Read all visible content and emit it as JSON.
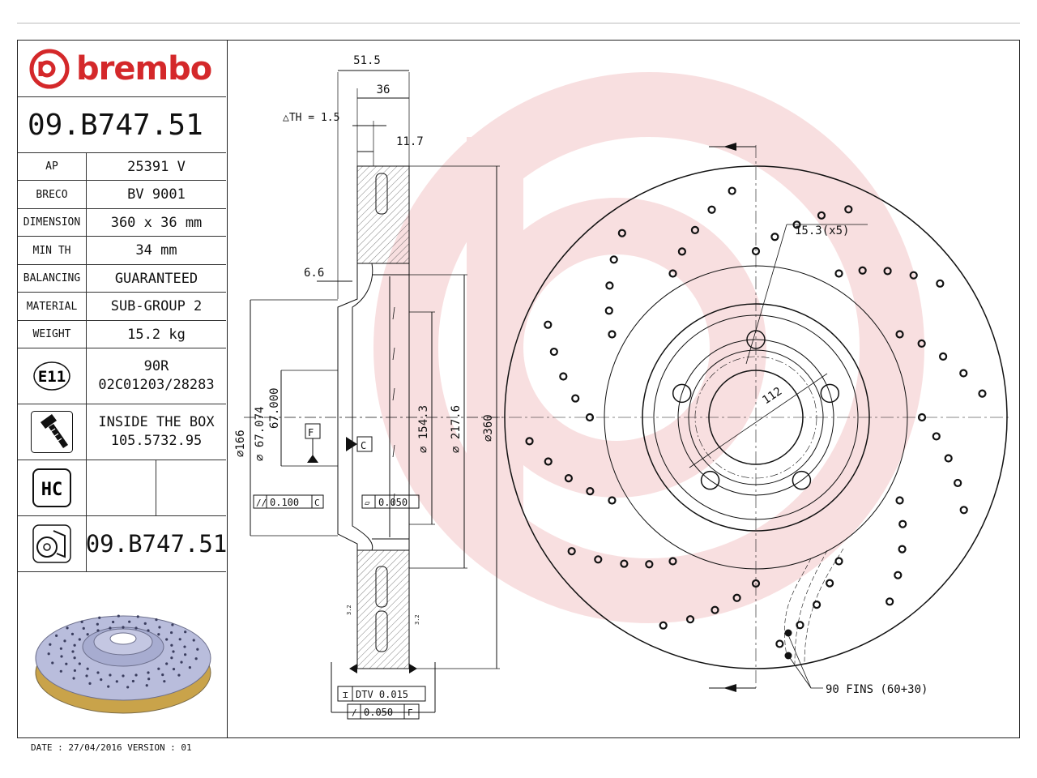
{
  "brand": {
    "name": "brembo",
    "color": "#d4282a"
  },
  "part_number": "09.B747.51",
  "specs": [
    {
      "label": "AP",
      "value": "25391 V"
    },
    {
      "label": "BRECO",
      "value": "BV 9001"
    },
    {
      "label": "DIMENSION",
      "value": "360 x 36 mm"
    },
    {
      "label": "MIN TH",
      "value": "34 mm"
    },
    {
      "label": "BALANCING",
      "value": "GUARANTEED"
    },
    {
      "label": "MATERIAL",
      "value": "SUB-GROUP 2"
    },
    {
      "label": "WEIGHT",
      "value": "15.2 kg"
    }
  ],
  "approval": {
    "icon": "e11",
    "icon_text": "E11",
    "line1": "90R",
    "line2": "02C01203/28283"
  },
  "inside_box": {
    "icon": "screw-icon",
    "line1": "INSIDE THE BOX",
    "line2": "105.5732.95"
  },
  "hc": {
    "icon": "hc",
    "icon_text": "HC"
  },
  "bottom_part_number": "09.B747.51",
  "footer": "DATE : 27/04/2016 VERSION : 01",
  "dimensions": {
    "d51_5": "51.5",
    "d36": "36",
    "th": "△TH = 1.5",
    "d11_7": "11.7",
    "d6_6": "6.6",
    "d166": "⌀166",
    "d67": "⌀ 67.074",
    "d67b": "67.000",
    "d154": "⌀ 154.3",
    "d217": "⌀ 217.6",
    "d360": "⌀360",
    "datum_f": "F",
    "datum_c": "C",
    "tol_parallel": "0.100",
    "tol_parallel_ref": "C",
    "tol_flat": "0.050",
    "dtv": "DTV 0.015",
    "runout": "0.050",
    "runout_ref": "F",
    "rough1": "3.2",
    "rough2": "3.2",
    "holes": "15.3(x5)",
    "pcd": "112",
    "fins": "90 FINS (60+30)"
  }
}
